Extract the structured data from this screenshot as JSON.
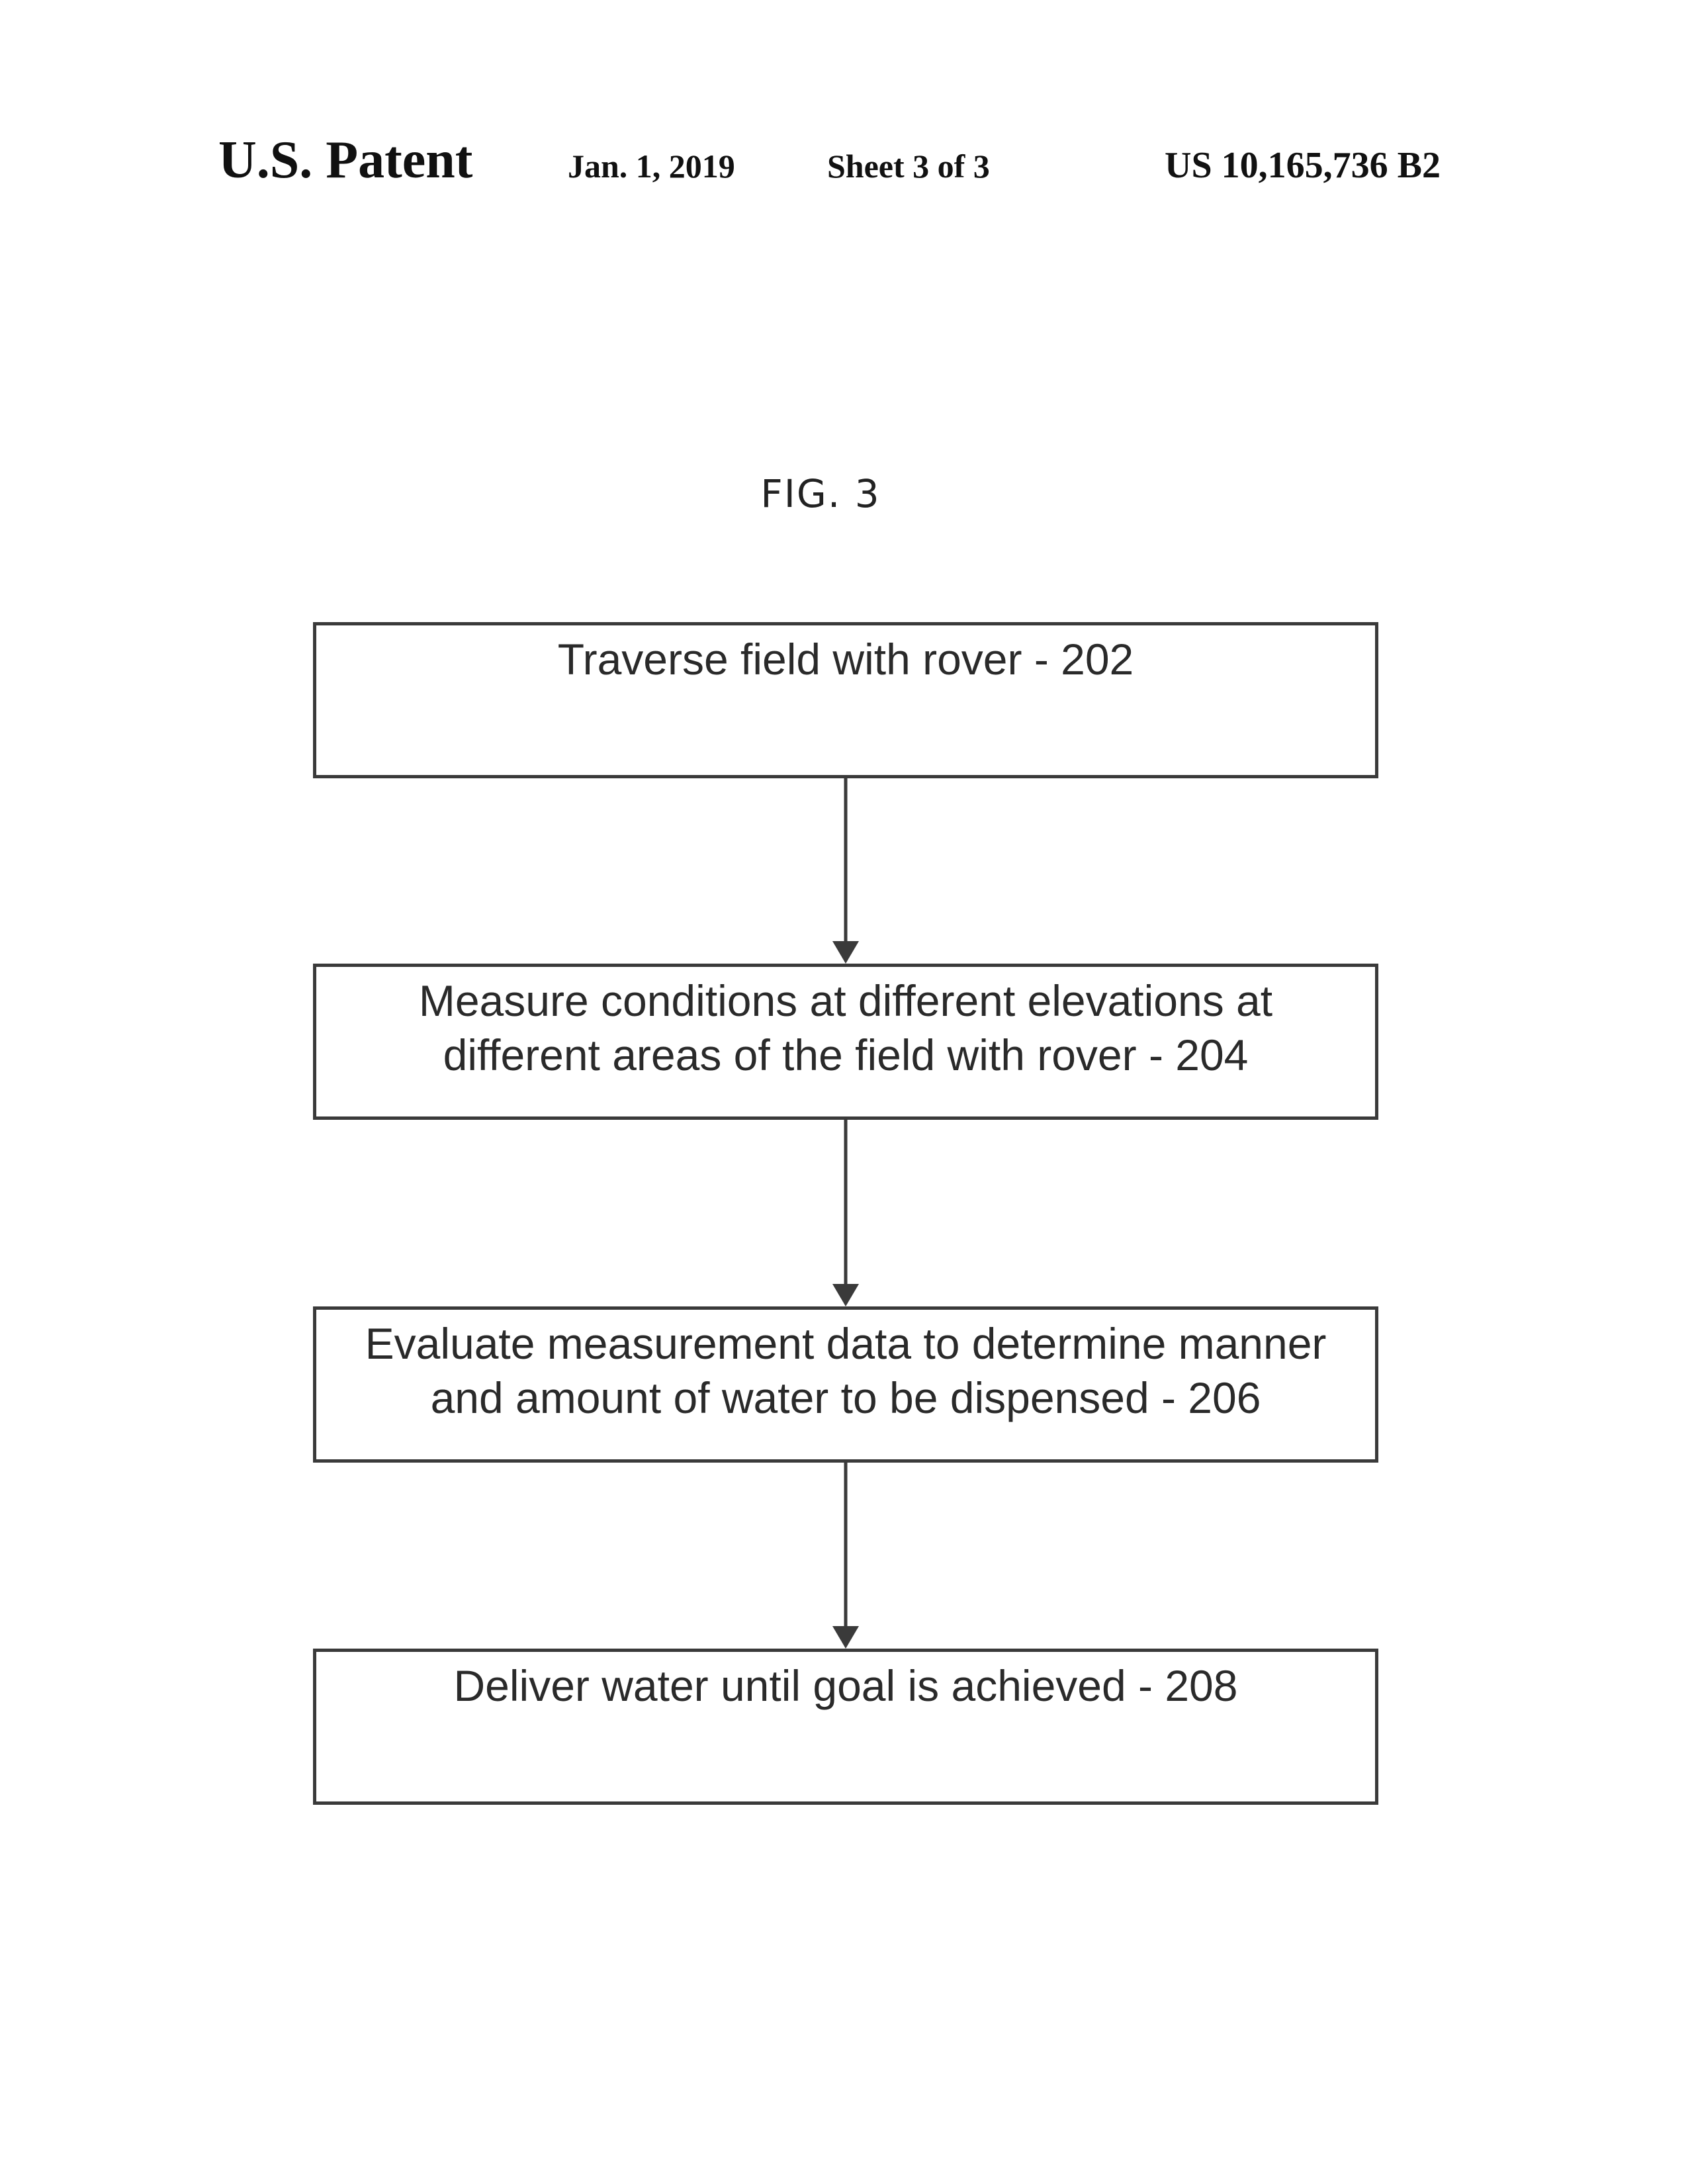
{
  "header": {
    "title": "U.S. Patent",
    "date": "Jan. 1, 2019",
    "sheet": "Sheet 3 of 3",
    "patent_number": "US 10,165,736 B2"
  },
  "figure": {
    "label": "FIG. 3"
  },
  "flowchart": {
    "steps": [
      {
        "lines": [
          "Traverse field with rover - 202"
        ]
      },
      {
        "lines": [
          "Measure conditions at different elevations at",
          "different areas of the field with rover - 204"
        ]
      },
      {
        "lines": [
          "Evaluate measurement data to determine manner",
          "and amount of water to be dispensed - 206"
        ]
      },
      {
        "lines": [
          "Deliver water until goal is achieved - 208"
        ]
      }
    ]
  },
  "colors": {
    "line": "#3a3a3a",
    "text": "#2a2a2a"
  }
}
